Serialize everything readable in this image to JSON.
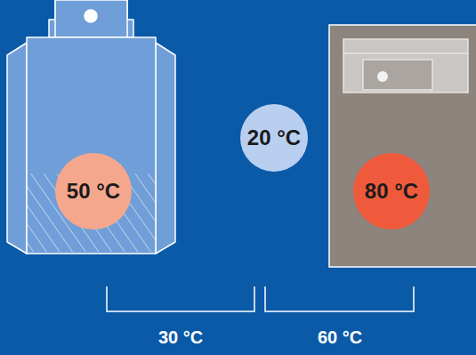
{
  "diagram": {
    "nodes": [
      {
        "text": [
          "50 °C"
        ]
      },
      {
        "text": [
          "20 °C"
        ]
      },
      {
        "text": [
          "80 °C"
        ]
      }
    ],
    "labels": [
      "30 °C",
      "60 °C"
    ]
  }
}
